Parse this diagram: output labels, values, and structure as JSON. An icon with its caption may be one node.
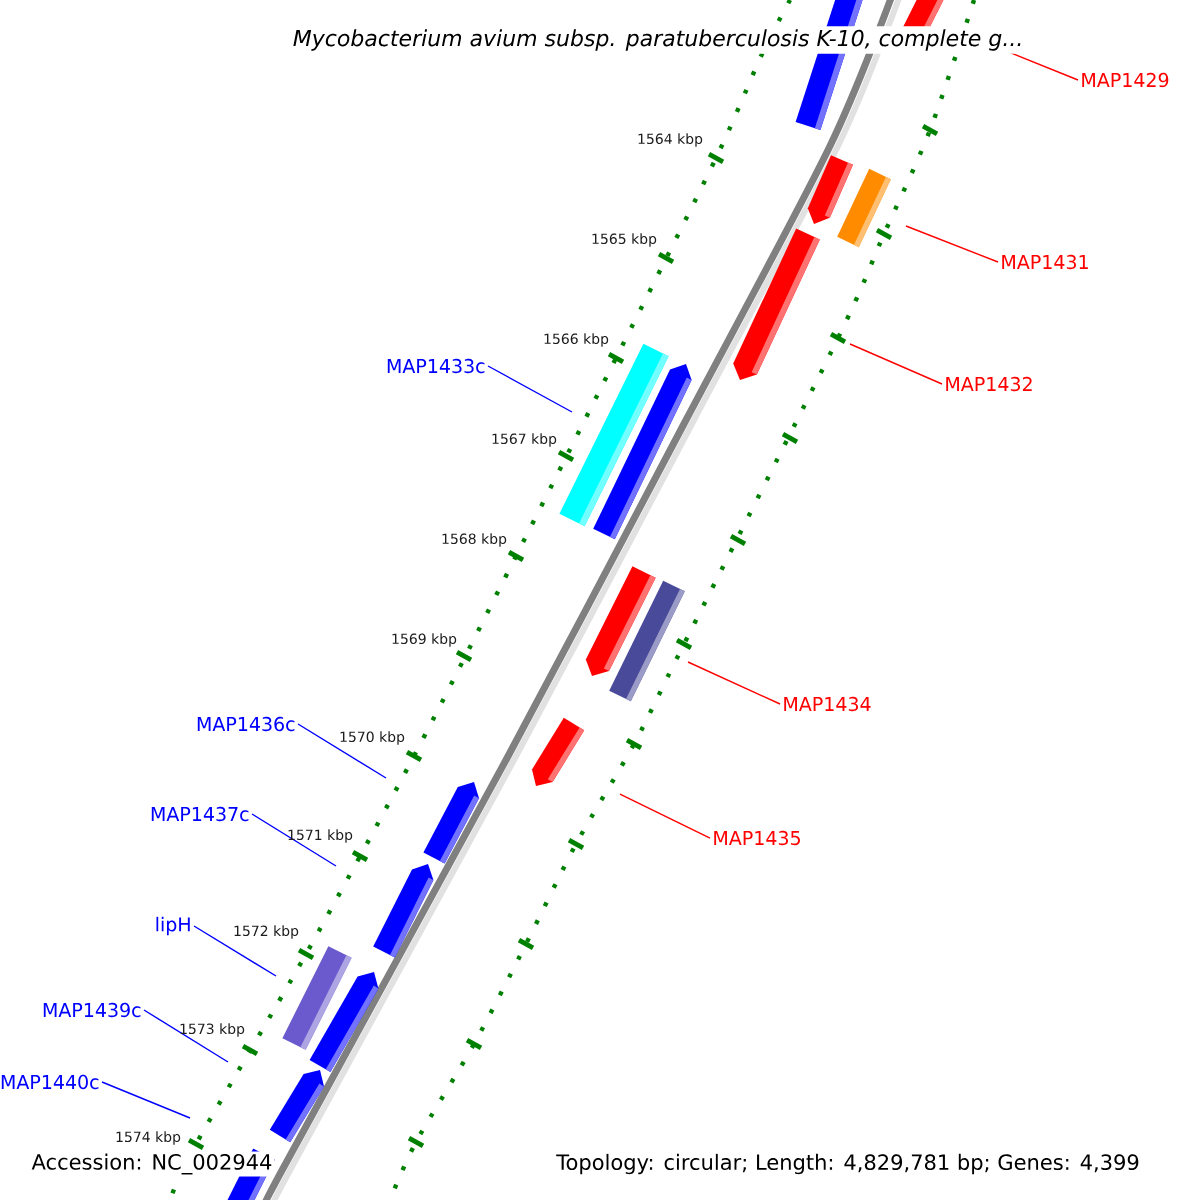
{
  "diagram": {
    "title": "Mycobacterium avium subsp. paratuberculosis K-10, complete g...",
    "nodes": [
      {
        "text": [
          "MAP1429"
        ]
      },
      {
        "text": [
          "MAP1431"
        ]
      },
      {
        "text": [
          "MAP1433c"
        ]
      },
      {
        "text": [
          "MAP1432"
        ]
      },
      {
        "text": [
          "MAP1434"
        ]
      },
      {
        "text": [
          "MAP1436c"
        ]
      },
      {
        "text": [
          "MAP1437c"
        ]
      },
      {
        "text": [
          "MAP1435"
        ]
      },
      {
        "text": [
          "lipH"
        ]
      },
      {
        "text": [
          "MAP1439c"
        ]
      },
      {
        "text": [
          "MAP1440c"
        ]
      }
    ],
    "edges": [
      {
        "from": 0,
        "to": null,
        "arrow": "none",
        "color": "#ff0000"
      },
      {
        "from": 1,
        "to": null,
        "arrow": "none",
        "color": "#ff0000"
      },
      {
        "from": 2,
        "to": null,
        "arrow": "none"
      },
      {
        "from": 3,
        "to": null,
        "arrow": "none",
        "color": "#ff0000"
      },
      {
        "from": 4,
        "to": null,
        "arrow": "none",
        "color": "#ff0000"
      },
      {
        "from": 5,
        "to": null,
        "arrow": "none"
      },
      {
        "from": 6,
        "to": null,
        "arrow": "none"
      },
      {
        "from": 7,
        "to": null,
        "arrow": "none",
        "color": "#ff0000"
      },
      {
        "from": 8,
        "to": null,
        "arrow": "none"
      },
      {
        "from": 9,
        "to": null,
        "arrow": "none"
      },
      {
        "from": 10,
        "to": null,
        "arrow": "none"
      }
    ],
    "labels": [
      "1564 kbp",
      "1565 kbp",
      "1566 kbp",
      "1567 kbp",
      "1568 kbp",
      "1569 kbp",
      "1570 kbp",
      "1571 kbp",
      "1572 kbp",
      "1573 kbp",
      "1574 kbp",
      "Accession: NC_002944",
      "Topology: circular; Length: 4,829,781 bp; Genes: 4,399"
    ]
  }
}
